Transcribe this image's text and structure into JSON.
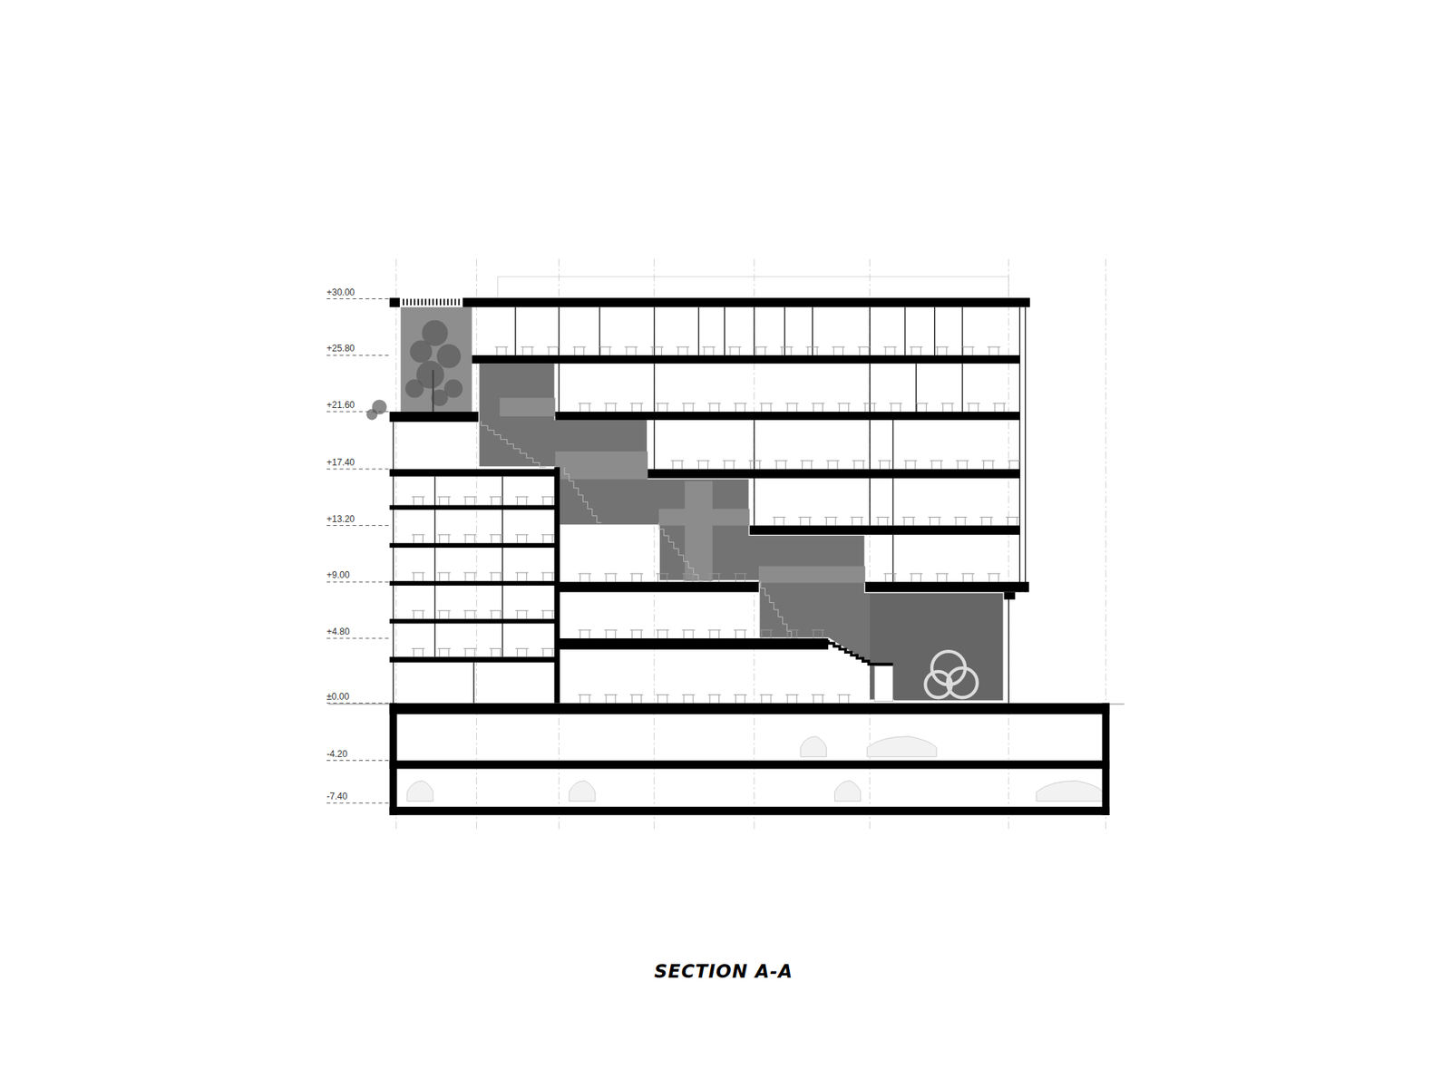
{
  "diagram": {
    "caption": "SECTION A-A",
    "labels": [
      "+30.00",
      "+25.80",
      "+21.60",
      "+17.40",
      "+13.20",
      "+9.00",
      "+4.80",
      "±0.00",
      "-4.20",
      "-7.40"
    ]
  }
}
